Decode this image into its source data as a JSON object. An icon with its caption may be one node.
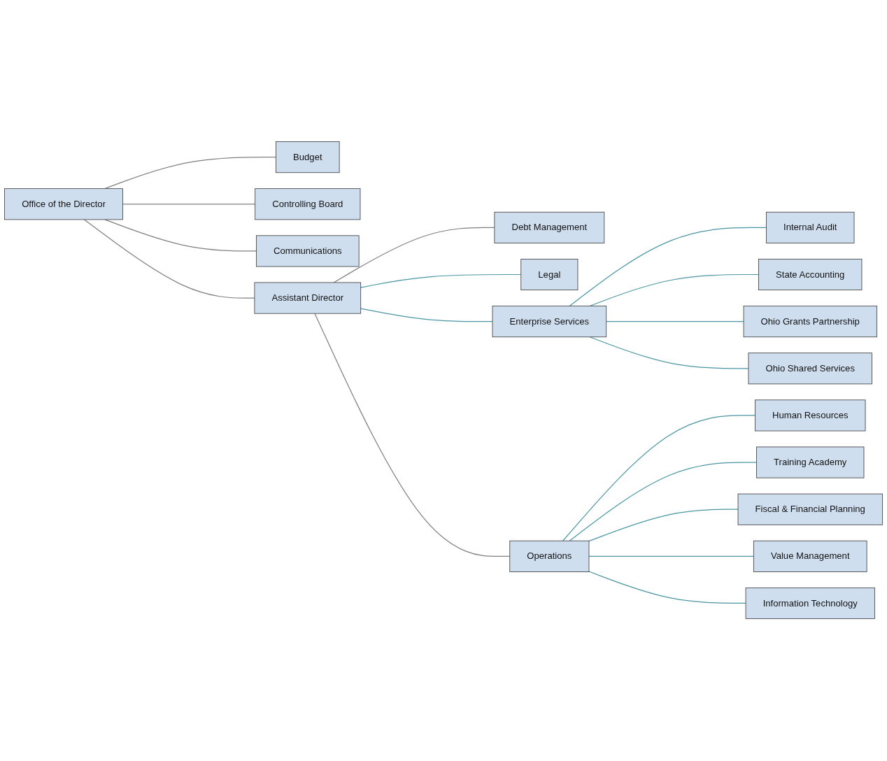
{
  "diagram": {
    "nodes": [
      {
        "text": [
          "Office of the Director"
        ]
      },
      {
        "text": [
          "Budget"
        ]
      },
      {
        "text": [
          "Controlling Board"
        ]
      },
      {
        "text": [
          "Communications"
        ]
      },
      {
        "text": [
          "Assistant Director"
        ]
      },
      {
        "text": [
          "Debt Management"
        ]
      },
      {
        "text": [
          "Legal"
        ]
      },
      {
        "text": [
          "Enterprise Services"
        ]
      },
      {
        "text": [
          "Operations"
        ]
      },
      {
        "text": [
          "Internal Audit"
        ]
      },
      {
        "text": [
          "State Accounting"
        ]
      },
      {
        "text": [
          "Ohio Grants Partnership"
        ]
      },
      {
        "text": [
          "Ohio Shared Services"
        ]
      },
      {
        "text": [
          "Human Resources"
        ]
      },
      {
        "text": [
          "Training Academy"
        ]
      },
      {
        "text": [
          "Fiscal & Financial Planning"
        ]
      },
      {
        "text": [
          "Value Management"
        ]
      },
      {
        "text": [
          "Information Technology"
        ]
      }
    ],
    "edges": [
      {
        "from": 0,
        "to": 1,
        "arrow": "none",
        "color": "#7f7f7f"
      },
      {
        "from": 0,
        "to": 2,
        "arrow": "none",
        "color": "#7f7f7f"
      },
      {
        "from": 0,
        "to": 3,
        "arrow": "none",
        "color": "#7f7f7f"
      },
      {
        "from": 0,
        "to": 4,
        "arrow": "none",
        "color": "#7f7f7f"
      },
      {
        "from": 4,
        "to": 5,
        "arrow": "none",
        "color": "#7f7f7f"
      },
      {
        "from": 4,
        "to": 6,
        "arrow": "none"
      },
      {
        "from": 4,
        "to": 7,
        "arrow": "none"
      },
      {
        "from": 4,
        "to": 8,
        "arrow": "none",
        "color": "#7f7f7f"
      },
      {
        "from": 7,
        "to": 9,
        "arrow": "none"
      },
      {
        "from": 7,
        "to": 10,
        "arrow": "none"
      },
      {
        "from": 7,
        "to": 11,
        "arrow": "none"
      },
      {
        "from": 7,
        "to": 12,
        "arrow": "none"
      },
      {
        "from": 8,
        "to": 13,
        "arrow": "none"
      },
      {
        "from": 8,
        "to": 14,
        "arrow": "none"
      },
      {
        "from": 8,
        "to": 15,
        "arrow": "none"
      },
      {
        "from": 8,
        "to": 16,
        "arrow": "none"
      },
      {
        "from": 8,
        "to": 17,
        "arrow": "none"
      }
    ]
  }
}
